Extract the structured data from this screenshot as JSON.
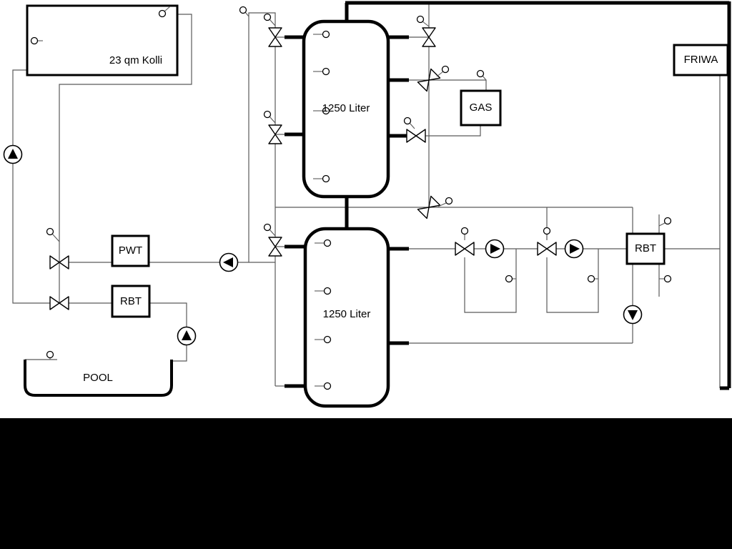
{
  "diagram": {
    "collector": {
      "label": "23 qm Kolli"
    },
    "tank_top": {
      "label": "1250 Liter"
    },
    "tank_bottom": {
      "label": "1250 Liter"
    },
    "gas": {
      "label": "GAS"
    },
    "friwa": {
      "label": "FRIWA"
    },
    "pwt": {
      "label": "PWT"
    },
    "rbt_left": {
      "label": "RBT"
    },
    "rbt_right": {
      "label": "RBT"
    },
    "pool": {
      "label": "POOL"
    },
    "colors": {
      "pipe": "#5a5a5a",
      "line": "#000000",
      "box_fill": "#ffffff",
      "letterbox": "#000000"
    }
  }
}
